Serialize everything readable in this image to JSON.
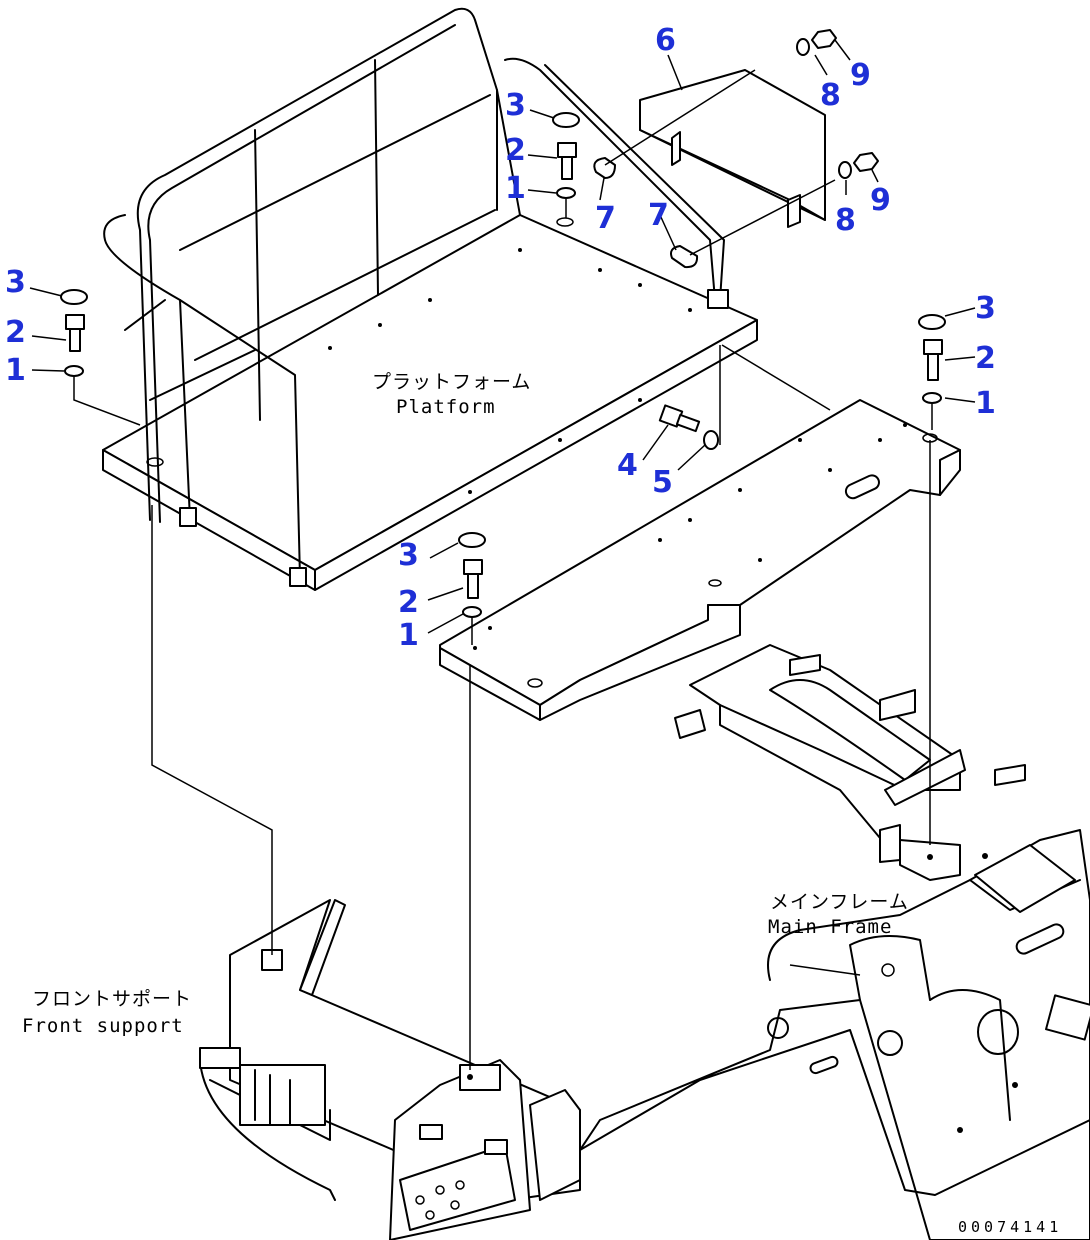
{
  "labels": {
    "platform_jp": "プラットフォーム",
    "platform_en": "Platform",
    "main_frame_jp": "メインフレーム",
    "main_frame_en": "Main Frame",
    "front_support_jp": "フロントサポート",
    "front_support_en": "Front support"
  },
  "callouts": {
    "c1a": "1",
    "c1b": "1",
    "c1c": "1",
    "c1d": "1",
    "c2a": "2",
    "c2b": "2",
    "c2c": "2",
    "c2d": "2",
    "c3a": "3",
    "c3b": "3",
    "c3c": "3",
    "c3d": "3",
    "c4": "4",
    "c5": "5",
    "c6": "6",
    "c7a": "7",
    "c7b": "7",
    "c8a": "8",
    "c8b": "8",
    "c9a": "9",
    "c9b": "9"
  },
  "document_number": "00074141",
  "colors": {
    "callout": "#1e2fd6",
    "line": "#000000"
  }
}
